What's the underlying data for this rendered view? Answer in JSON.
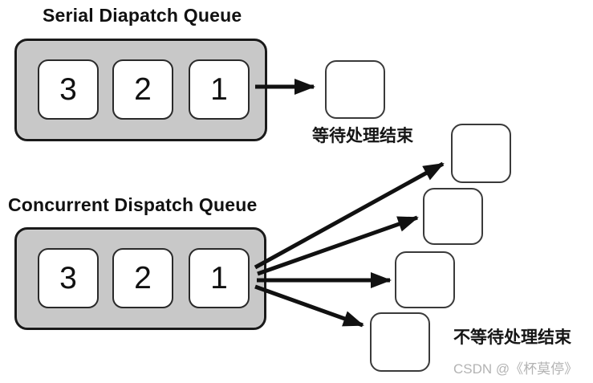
{
  "serial": {
    "title": "Serial Diapatch Queue",
    "tasks": [
      "3",
      "2",
      "1"
    ],
    "result_label": "等待处理结束"
  },
  "concurrent": {
    "title": "Concurrent Dispatch Queue",
    "tasks": [
      "3",
      "2",
      "1"
    ],
    "result_label": "不等待处理结束"
  },
  "watermark": {
    "text": "CSDN @《杯莫停》"
  },
  "colors": {
    "queue_fill": "#c8c8c8",
    "outline": "#1a1a1a",
    "arrow": "#111111",
    "task_fill": "#ffffff",
    "watermark_gray": "#b3b3b3"
  }
}
